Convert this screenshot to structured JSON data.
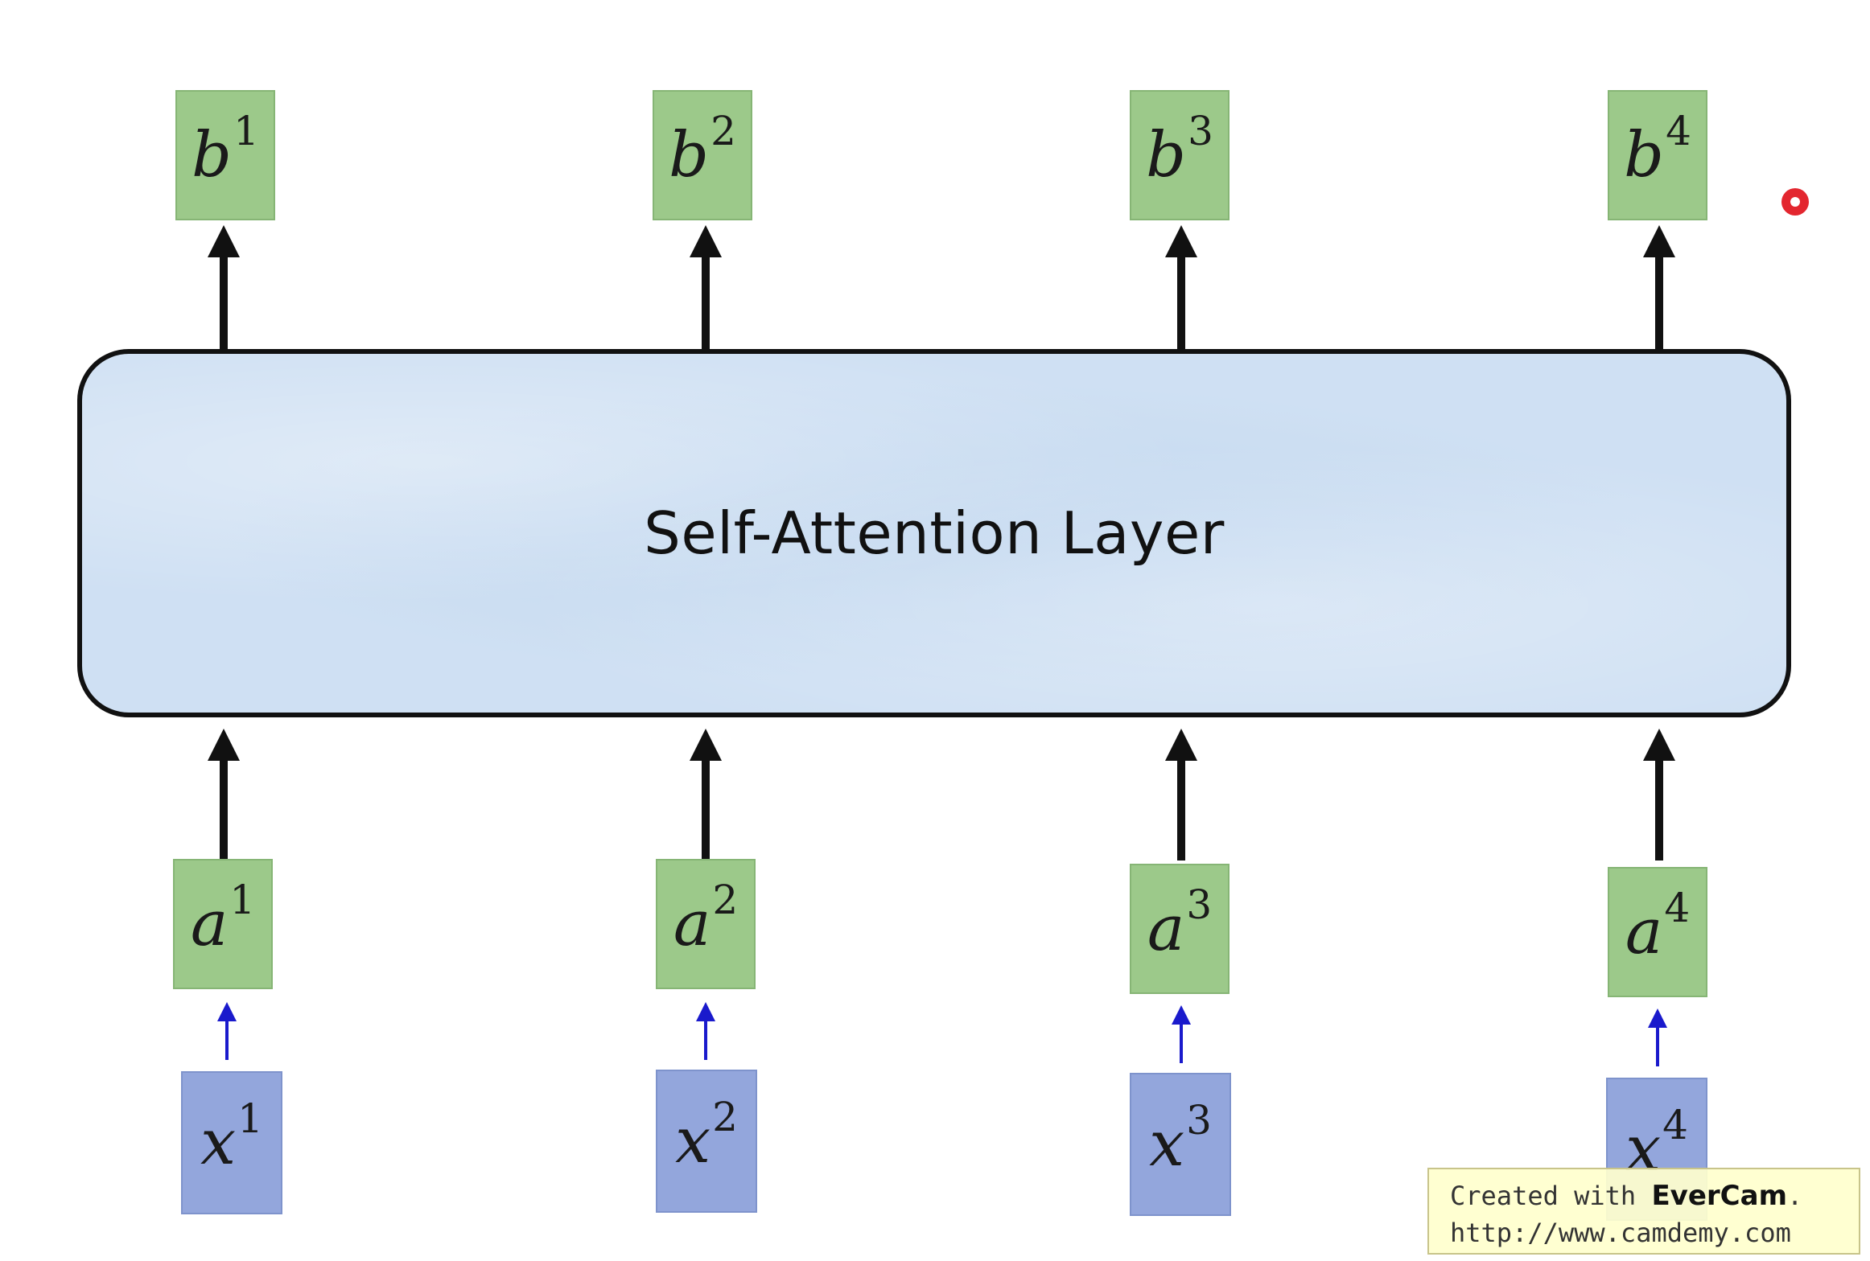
{
  "diagram": {
    "layer_label": "Self-Attention Layer",
    "outputs": [
      {
        "base": "b",
        "sup": "1"
      },
      {
        "base": "b",
        "sup": "2"
      },
      {
        "base": "b",
        "sup": "3"
      },
      {
        "base": "b",
        "sup": "4"
      }
    ],
    "embeddings": [
      {
        "base": "a",
        "sup": "1"
      },
      {
        "base": "a",
        "sup": "2"
      },
      {
        "base": "a",
        "sup": "3"
      },
      {
        "base": "a",
        "sup": "4"
      }
    ],
    "inputs": [
      {
        "base": "x",
        "sup": "1"
      },
      {
        "base": "x",
        "sup": "2"
      },
      {
        "base": "x",
        "sup": "3"
      },
      {
        "base": "x",
        "sup": "4"
      }
    ]
  },
  "colors": {
    "output_box": "#9cc98a",
    "embedding_box": "#9cc98a",
    "input_box": "#93a6dc",
    "layer_fill": "#cfe0f3",
    "thick_arrow": "#111111",
    "thin_arrow": "#1a1acc",
    "cursor": "#e3262f"
  },
  "watermark": {
    "line1_prefix": "Created with ",
    "line1_brand": "EverCam",
    "line1_suffix": ".",
    "line2": "http://www.camdemy.com"
  }
}
